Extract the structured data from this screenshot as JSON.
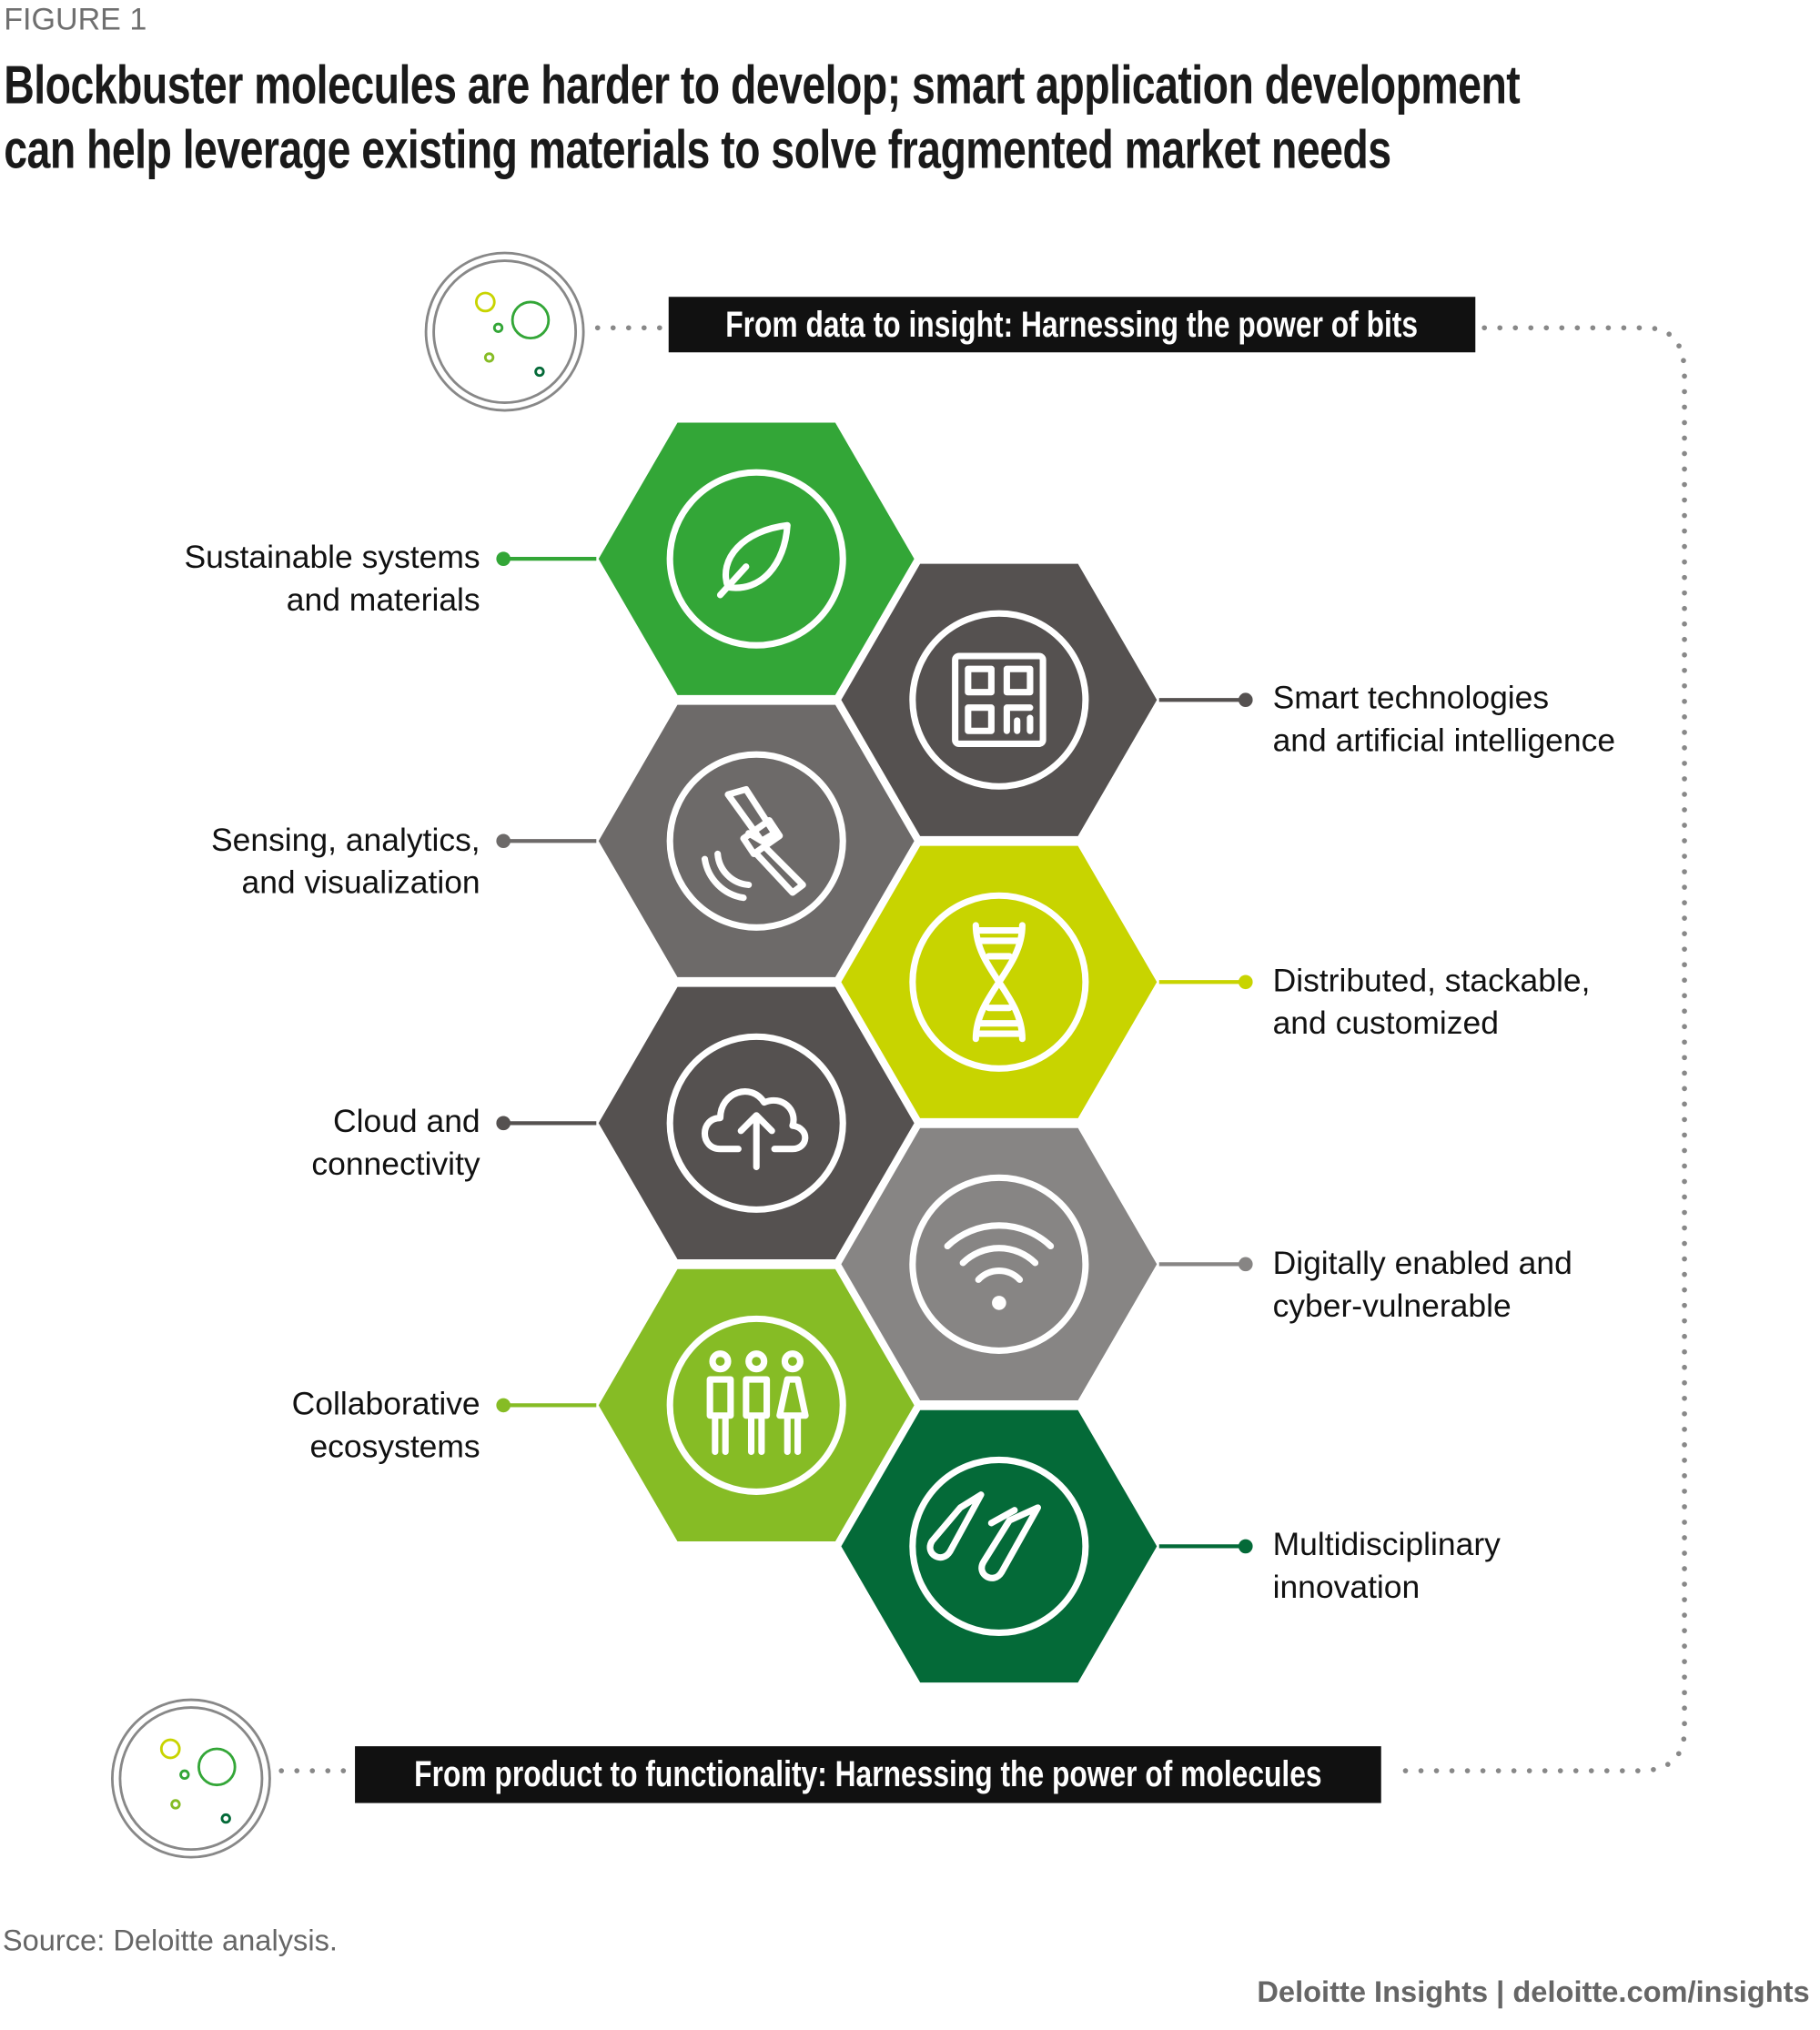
{
  "figure_label": "FIGURE 1",
  "title_lines": [
    "Blockbuster molecules are harder to develop; smart application development",
    "can help leverage existing materials to solve fragmented market needs"
  ],
  "banners": {
    "top": "From data to insight: Harnessing the power of bits",
    "bottom": "From product to functionality: Harnessing the power of molecules"
  },
  "items": [
    {
      "side": "left",
      "lines": [
        "Sustainable systems",
        "and materials"
      ],
      "icon": "leaf-icon",
      "color": "#33a637"
    },
    {
      "side": "right",
      "lines": [
        "Smart technologies",
        "and artificial intelligence"
      ],
      "icon": "chip-icon",
      "color": "#555150"
    },
    {
      "side": "left",
      "lines": [
        "Sensing, analytics,",
        "and visualization"
      ],
      "icon": "satellite-icon",
      "color": "#6d6a69"
    },
    {
      "side": "right",
      "lines": [
        "Distributed, stackable,",
        "and customized"
      ],
      "icon": "dna-icon",
      "color": "#c8d400"
    },
    {
      "side": "left",
      "lines": [
        "Cloud and",
        "connectivity"
      ],
      "icon": "cloud-upload-icon",
      "color": "#555150"
    },
    {
      "side": "right",
      "lines": [
        "Digitally enabled and",
        "cyber-vulnerable"
      ],
      "icon": "wifi-icon",
      "color": "#878584"
    },
    {
      "side": "left",
      "lines": [
        "Collaborative",
        "ecosystems"
      ],
      "icon": "people-icon",
      "color": "#86bc25"
    },
    {
      "side": "right",
      "lines": [
        "Multidisciplinary",
        "innovation"
      ],
      "icon": "test-tubes-icon",
      "color": "#046a38"
    }
  ],
  "source": "Source: Deloitte analysis.",
  "footer": "Deloitte Insights | deloitte.com/insights"
}
